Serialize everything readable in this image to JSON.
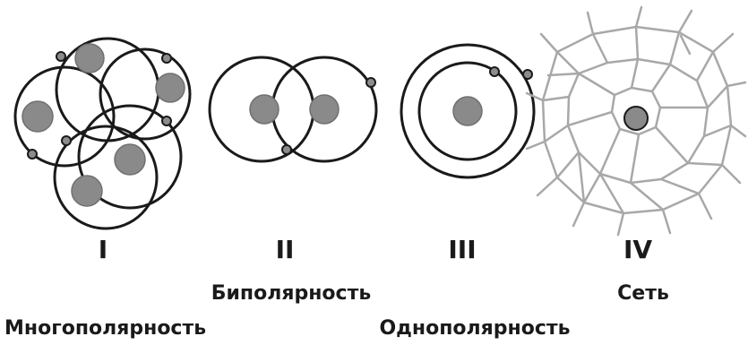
{
  "panels": [
    {
      "numeral": "I"
    },
    {
      "numeral": "II"
    },
    {
      "numeral": "III"
    },
    {
      "numeral": "IV"
    }
  ],
  "captions": {
    "bipolar": "Биполярность",
    "network": "Сеть",
    "multipolar": "Многополярность",
    "unipolar": "Однополярность"
  },
  "colors": {
    "line": "#1a1a1a",
    "core": "#8a8a8a",
    "core_stroke": "#707070",
    "node": "#8c8c8c",
    "network_line": "#a8a8a8"
  }
}
